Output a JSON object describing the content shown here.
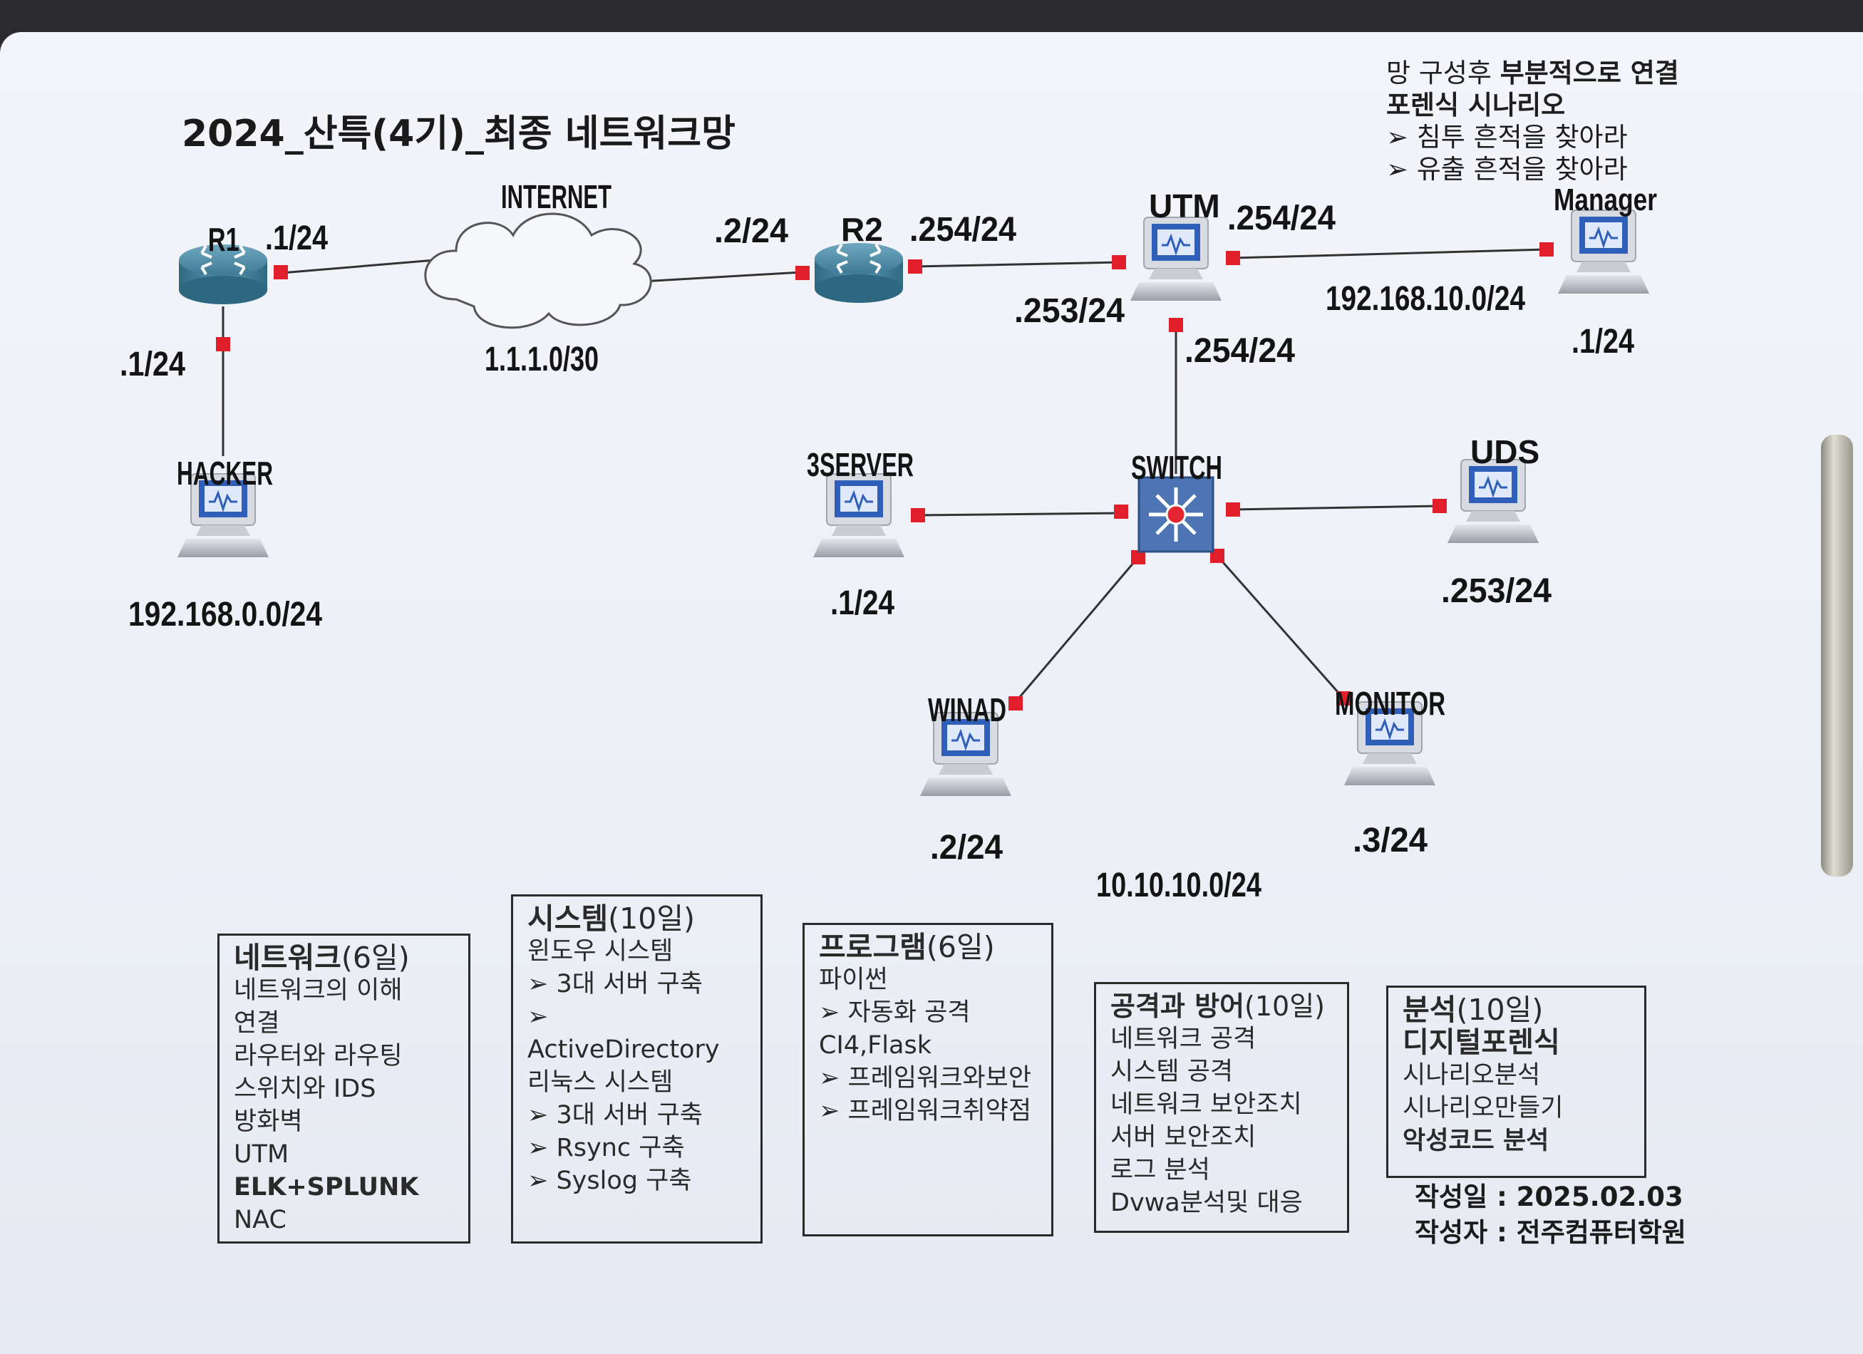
{
  "title": "2024_산특(4기)_최종 네트워크망",
  "scenario": {
    "line1_prefix": "망 구성후 ",
    "line1_bold": "부분적으로 연결",
    "line2": "포렌식 시나리오",
    "bullets": [
      "침투 흔적을 찾아라",
      "유출 흔적을 찾아라"
    ]
  },
  "nodes": {
    "r1": "R1",
    "r2": "R2",
    "internet": "INTERNET",
    "utm": "UTM",
    "manager": "Manager",
    "hacker": "HACKER",
    "switch": "SWITCH",
    "server": "3SERVER",
    "uds": "UDS",
    "winad": "WINAD",
    "monitor": "MONITOR"
  },
  "labels": {
    "r1_if": ".1/24",
    "r1_lan": ".1/24",
    "hacker_net": "192.168.0.0/24",
    "internet_net": "1.1.1.0/30",
    "r2_wan": ".2/24",
    "r2_lan": ".254/24",
    "utm_wan": ".253/24",
    "utm_mgr": ".254/24",
    "utm_sw": ".254/24",
    "mgr_net": "192.168.10.0/24",
    "mgr_ip": ".1/24",
    "server_ip": ".1/24",
    "uds_ip": ".253/24",
    "winad_ip": ".2/24",
    "monitor_ip": ".3/24",
    "sw_net": "10.10.10.0/24"
  },
  "courses": {
    "network": {
      "title": "네트워크",
      "days": "(6일)",
      "items": [
        "네트워크의 이해",
        "연결",
        "라우터와 라우팅",
        "스위치와 IDS",
        "방화벽",
        "UTM"
      ],
      "bold_item": "ELK+SPLUNK",
      "last_item": "NAC"
    },
    "system": {
      "title": "시스템",
      "days": "(10일)",
      "line1": "윈도우 시스템",
      "win_bullets": [
        "3대 서버 구축",
        "ActiveDirectory"
      ],
      "line2": "리눅스 시스템",
      "linux_bullets": [
        "3대 서버 구축",
        "Rsync 구축",
        "Syslog 구축"
      ]
    },
    "program": {
      "title": "프로그램",
      "days": "(6일)",
      "line1": "파이썬",
      "bullet1": "자동화 공격",
      "line2": "CI4,Flask",
      "bullets2": [
        "프레임워크와보안",
        "프레임워크취약점"
      ]
    },
    "attack": {
      "title": "공격과 방어",
      "days": "(10일)",
      "items": [
        "네트워크 공격",
        "시스템 공격",
        "네트워크 보안조치",
        "서버 보안조치",
        "로그 분석",
        "Dvwa분석및 대응"
      ]
    },
    "analysis": {
      "title": "분석",
      "days": "(10일)",
      "sub": "디지털포렌식",
      "items": [
        "시나리오분석",
        "시나리오만들기"
      ],
      "bold_item": "악성코드 분석"
    }
  },
  "author": {
    "date": "작성일 : 2025.02.03",
    "writer": "작성자 : 전주컴퓨터학원"
  }
}
